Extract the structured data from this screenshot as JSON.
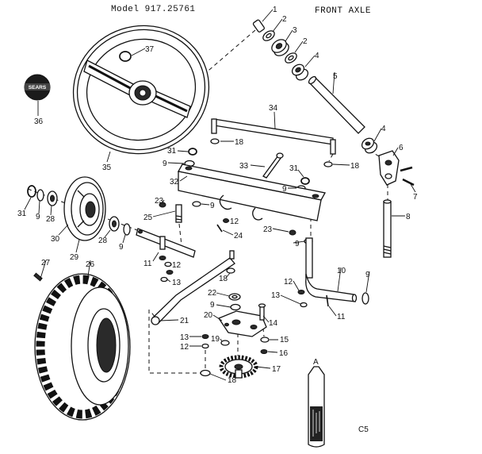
{
  "header": {
    "model": "Model 917.25761",
    "section": "FRONT AXLE"
  },
  "badge": {
    "text": "SEARS"
  },
  "callouts": [
    "1",
    "2",
    "3",
    "2",
    "4",
    "5",
    "37",
    "36",
    "35",
    "34",
    "18",
    "31",
    "9",
    "33",
    "31",
    "18",
    "4",
    "6",
    "7",
    "32",
    "9",
    "23",
    "9",
    "8",
    "25",
    "12",
    "24",
    "23",
    "9",
    "31",
    "9",
    "28",
    "30",
    "29",
    "28",
    "9",
    "27",
    "26",
    "11",
    "12",
    "13",
    "18",
    "10",
    "9",
    "12",
    "13",
    "22",
    "9",
    "21",
    "20",
    "14",
    "11",
    "13",
    "12",
    "19",
    "15",
    "16",
    "17",
    "18",
    "A"
  ],
  "footer": {
    "code": "C5"
  },
  "colors": {
    "ink": "#111111",
    "paper": "#ffffff"
  }
}
